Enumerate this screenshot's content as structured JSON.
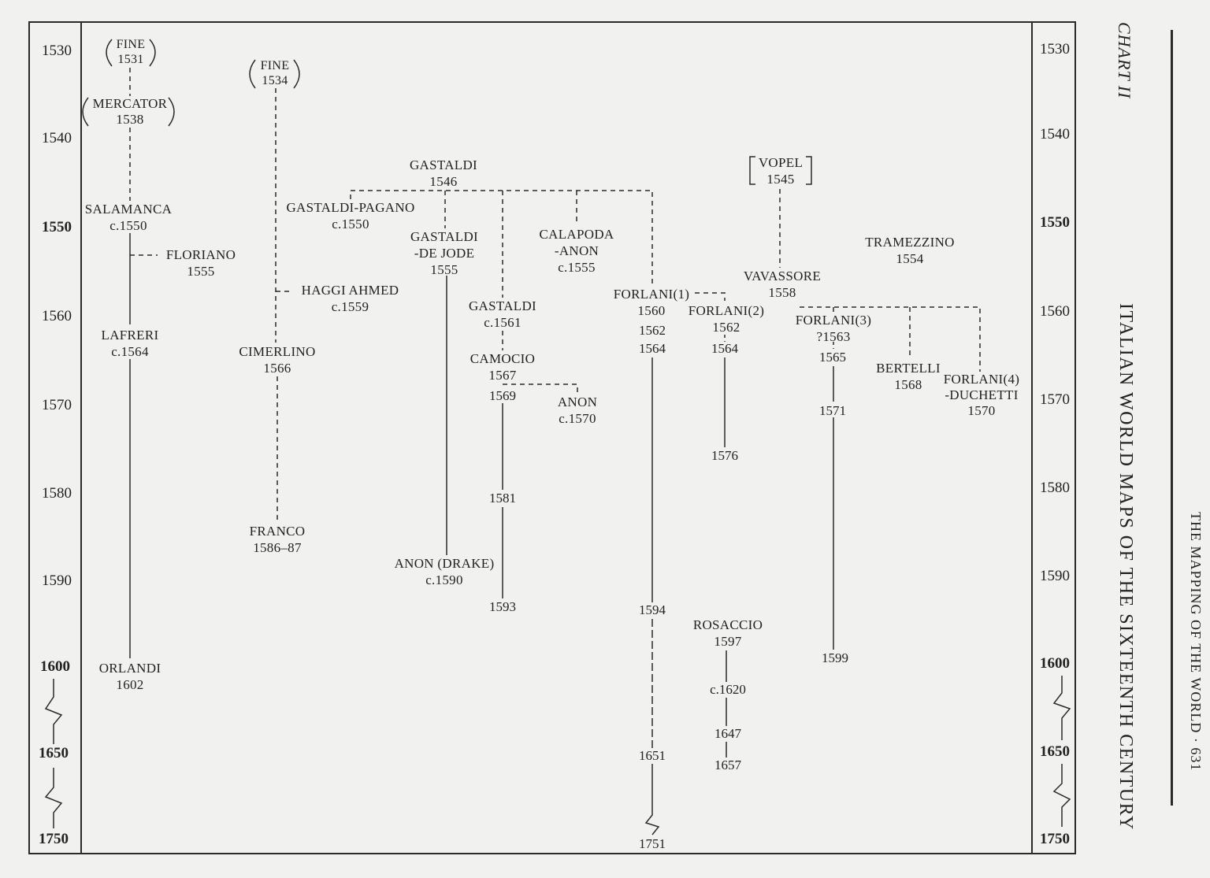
{
  "chart_label": "CHART II",
  "title": "ITALIAN WORLD MAPS OF THE SIXTEENTH CENTURY",
  "running_head": "THE MAPPING OF THE WORLD · 631",
  "years_left": [
    "1530",
    "1540",
    "1550",
    "1560",
    "1570",
    "1580",
    "1590",
    "1600",
    "1650",
    "1750"
  ],
  "years_right": [
    "1530",
    "1540",
    "1550",
    "1560",
    "1570",
    "1580",
    "1590",
    "1600",
    "1650",
    "1750"
  ],
  "bold_years": [
    "1550",
    "1600",
    "1650",
    "1750"
  ],
  "nodes": {
    "fine1531": {
      "name": "FINE",
      "date": "1531"
    },
    "mercator": {
      "name": "MERCATOR",
      "date": "1538"
    },
    "salamanca": {
      "name": "SALAMANCA",
      "date": "c.1550"
    },
    "floriano": {
      "name": "FLORIANO",
      "date": "1555"
    },
    "lafreri": {
      "name": "LAFRERI",
      "date": "c.1564"
    },
    "orlandi": {
      "name": "ORLANDI",
      "date": "1602"
    },
    "fine1534": {
      "name": "FINE",
      "date": "1534"
    },
    "haggi": {
      "name": "HAGGI AHMED",
      "date": "c.1559"
    },
    "cimerlino": {
      "name": "CIMERLINO",
      "date": "1566"
    },
    "franco": {
      "name": "FRANCO",
      "date": "1586–87"
    },
    "gastaldi1546": {
      "name": "GASTALDI",
      "date": "1546"
    },
    "gpagano": {
      "name": "GASTALDI-PAGANO",
      "date": "c.1550"
    },
    "gdejode": {
      "name": "GASTALDI",
      "name2": "-DE JODE",
      "date": "1555"
    },
    "anondrake": {
      "name": "ANON (DRAKE)",
      "date": "c.1590"
    },
    "gastaldi1561": {
      "name": "GASTALDI",
      "date": "c.1561"
    },
    "camocio": {
      "name": "CAMOCIO",
      "date": "1567"
    },
    "anon1570": {
      "name": "ANON",
      "date": "c.1570"
    },
    "calapoda": {
      "name": "CALAPODA",
      "name2": "-ANON",
      "date": "c.1555"
    },
    "forlani1": {
      "name": "FORLANI(1)",
      "date": "1560"
    },
    "forlani2": {
      "name": "FORLANI(2)",
      "date": "1562"
    },
    "rosaccio": {
      "name": "ROSACCIO",
      "date": "1597"
    },
    "vopel": {
      "name": "VOPEL",
      "date": "1545"
    },
    "vavassore": {
      "name": "VAVASSORE",
      "date": "1558"
    },
    "tramezzino": {
      "name": "TRAMEZZINO",
      "date": "1554"
    },
    "forlani3": {
      "name": "FORLANI(3)",
      "date": "?1563"
    },
    "bertelli": {
      "name": "BERTELLI",
      "date": "1568"
    },
    "forlani4": {
      "name": "FORLANI(4)",
      "name2": "-DUCHETTI",
      "date": "1570"
    }
  },
  "edition_dates": {
    "camocio_1569": "1569",
    "camocio_1581": "1581",
    "camocio_1593": "1593",
    "forlani1_1562": "1562",
    "forlani1_1564": "1564",
    "forlani1_1594": "1594",
    "forlani1_1651": "1651",
    "forlani1_1751": "1751",
    "forlani2_1564": "1564",
    "forlani2_1576": "1576",
    "forlani3_1565": "1565",
    "forlani3_1571": "1571",
    "forlani3_1599": "1599",
    "rosaccio_1620": "c.1620",
    "rosaccio_1647": "1647",
    "rosaccio_1657": "1657"
  }
}
